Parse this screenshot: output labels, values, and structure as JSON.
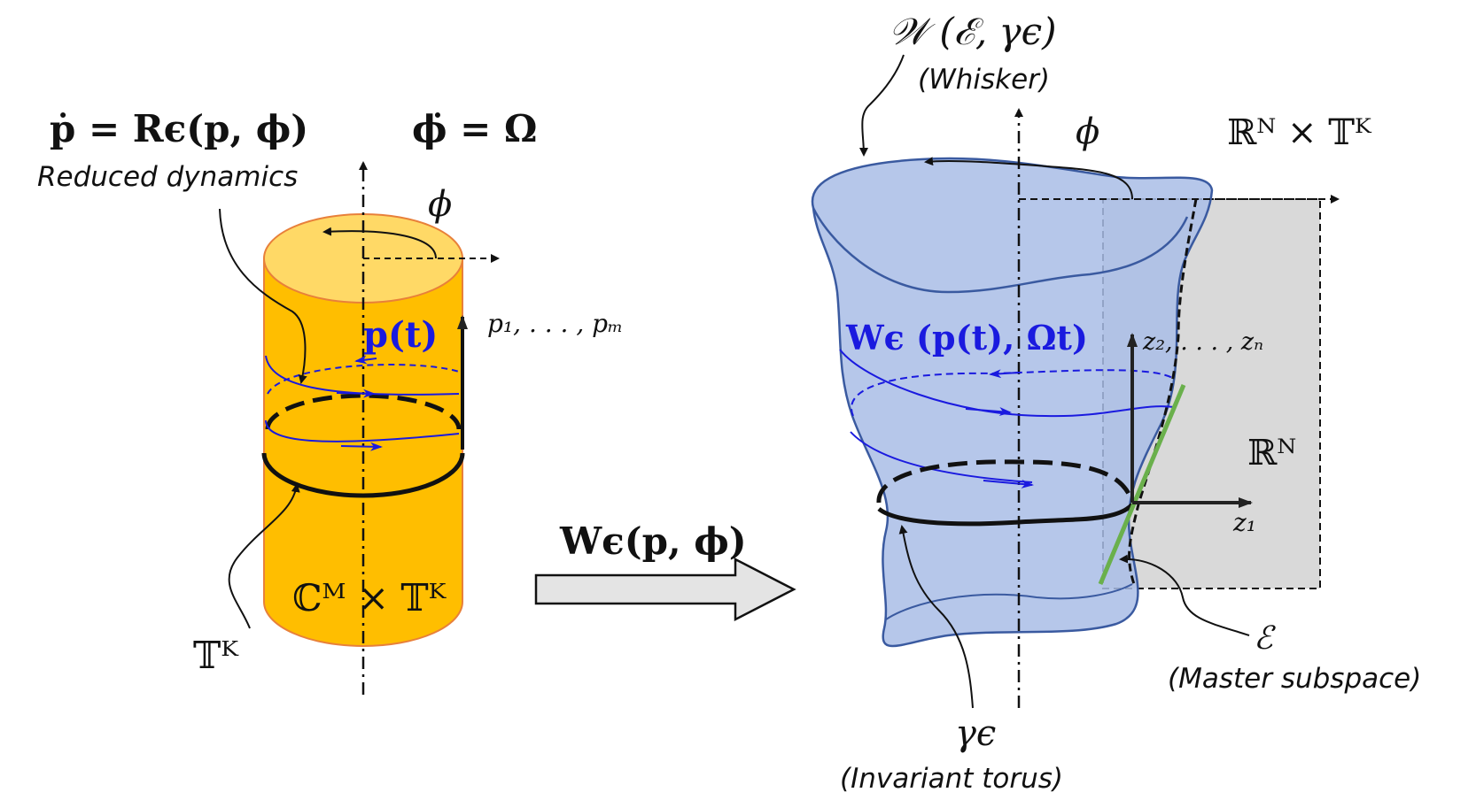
{
  "left": {
    "eq_p": "ṗ = Rϵ(p, ϕ)",
    "eq_phi": "ϕ̇ = Ω",
    "reduced_label": "Reduced dynamics",
    "phi": "ϕ",
    "p_of_t": "p(t)",
    "p_coords": "p₁, . . . , pₘ",
    "space": "ℂᴹ × 𝕋ᴷ",
    "torus": "𝕋ᴷ"
  },
  "arrow_label": "Wϵ(p, ϕ)",
  "right": {
    "whisker_sym": "𝒲 (ℰ, γϵ)",
    "whisker_label": "(Whisker)",
    "phi": "ϕ",
    "ambient": "ℝᴺ × 𝕋ᴷ",
    "W_traj": "Wϵ (p(t), Ωt)",
    "z_coords": "z₂, . . . , zₙ",
    "rn": "ℝᴺ",
    "z1": "z₁",
    "E_sym": "ℰ",
    "master_label": "(Master subspace)",
    "gamma_sym": "γϵ",
    "gamma_label": "(Invariant torus)"
  },
  "colors": {
    "cylinder": "#ffbe00",
    "cylinder_top": "#ffd966",
    "cylinder_edge": "#e8803a",
    "whisker_fill": "#a9bde6",
    "whisker_edge": "#3a5aa0",
    "plane": "#d9d9d9",
    "trajectory": "#1a1adf",
    "master_line": "#6ab04c"
  }
}
